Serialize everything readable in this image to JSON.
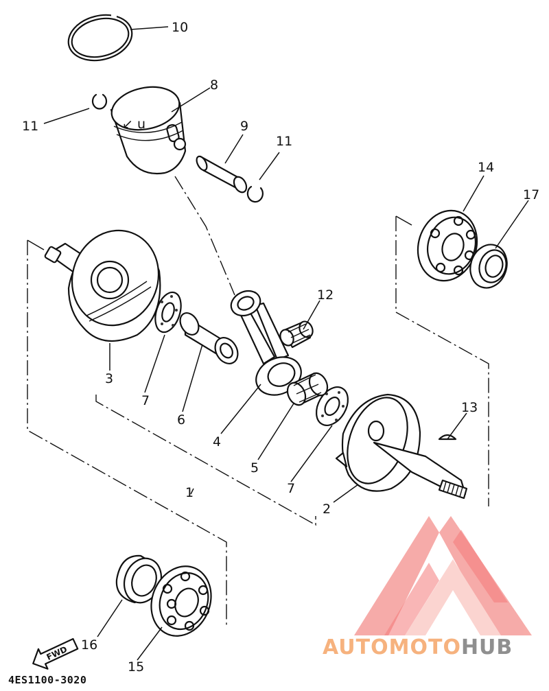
{
  "diagram": {
    "part_code": "4ES1100-3020",
    "fwd_label": "FWD",
    "callouts": [
      {
        "key": "c10",
        "label": "10"
      },
      {
        "key": "c8",
        "label": "8"
      },
      {
        "key": "c11a",
        "label": "11"
      },
      {
        "key": "c9",
        "label": "9"
      },
      {
        "key": "c11b",
        "label": "11"
      },
      {
        "key": "c14",
        "label": "14"
      },
      {
        "key": "c17",
        "label": "17"
      },
      {
        "key": "c12",
        "label": "12"
      },
      {
        "key": "c3",
        "label": "3"
      },
      {
        "key": "c7a",
        "label": "7"
      },
      {
        "key": "c6",
        "label": "6"
      },
      {
        "key": "c4",
        "label": "4"
      },
      {
        "key": "c13",
        "label": "13"
      },
      {
        "key": "c5",
        "label": "5"
      },
      {
        "key": "c1",
        "label": "1"
      },
      {
        "key": "c7b",
        "label": "7"
      },
      {
        "key": "c2",
        "label": "2"
      },
      {
        "key": "c16",
        "label": "16"
      },
      {
        "key": "c15",
        "label": "15"
      }
    ]
  },
  "watermark": {
    "brand_part1": "AUTOMOTO",
    "brand_part2": "HUB",
    "colors": {
      "primary": "#f36b6b",
      "primary_light": "#f9b3ad",
      "orange": "#f7b57a",
      "gray": "#8f8f8f"
    }
  }
}
